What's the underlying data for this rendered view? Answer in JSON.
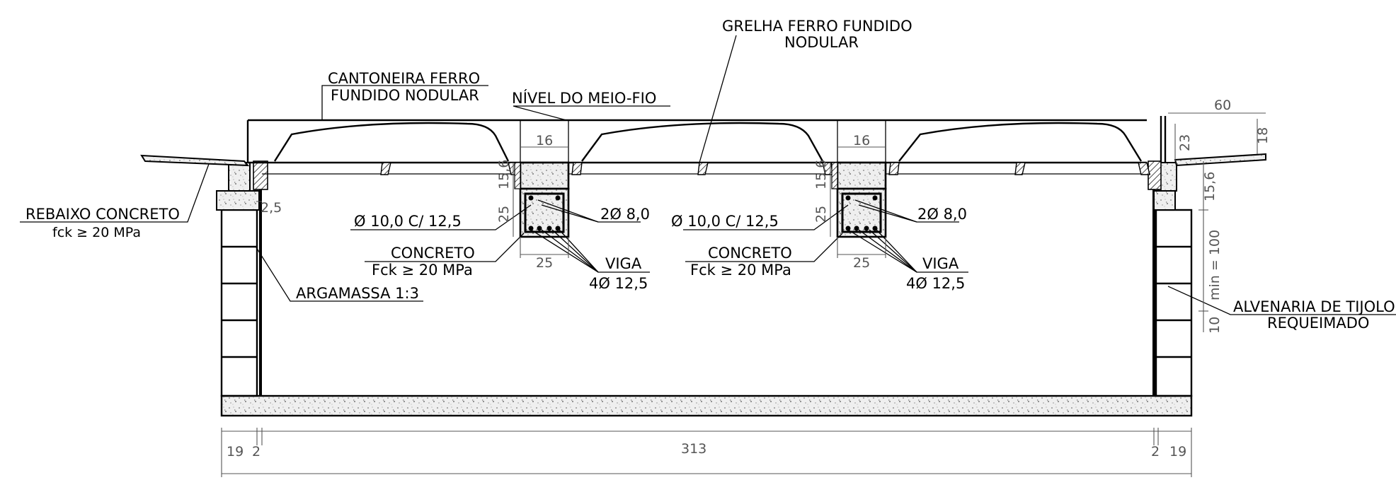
{
  "labels": {
    "grelha_l1": "GRELHA FERRO FUNDIDO",
    "grelha_l2": "NODULAR",
    "cantoneira_l1": "CANTONEIRA FERRO",
    "cantoneira_l2": "FUNDIDO NODULAR",
    "nivel": "NÍVEL DO MEIO-FIO",
    "rebaixo_l1": "REBAIXO CONCRETO",
    "rebaixo_l2": "fck ≥ 20 MPa",
    "argamassa": "ARGAMASSA 1:3",
    "alvenaria_l1": "ALVENARIA DE TIJOLO",
    "alvenaria_l2": "REQUEIMADO",
    "stirrup": "Ø 10,0 C/ 12,5",
    "top_bars": "2Ø 8,0",
    "concreto_l1": "CONCRETO",
    "concreto_l2": "Fck ≥ 20 MPa",
    "viga_l1": "VIGA",
    "viga_l2": "4Ø 12,5"
  },
  "dimensions": {
    "width_16": "16",
    "height_15_6": "15,6",
    "height_25": "25",
    "width_25": "25",
    "gap_2_5": "2,5",
    "right_60": "60",
    "right_18": "18",
    "right_23": "23",
    "right_15_6": "15,6",
    "right_min100": "min = 100",
    "right_10": "10",
    "bottom_19": "19",
    "bottom_2": "2",
    "bottom_313": "313"
  },
  "colors": {
    "line": "#000000",
    "dimension": "#555555",
    "concrete_fill": "#d8d8d8",
    "background": "#ffffff"
  }
}
